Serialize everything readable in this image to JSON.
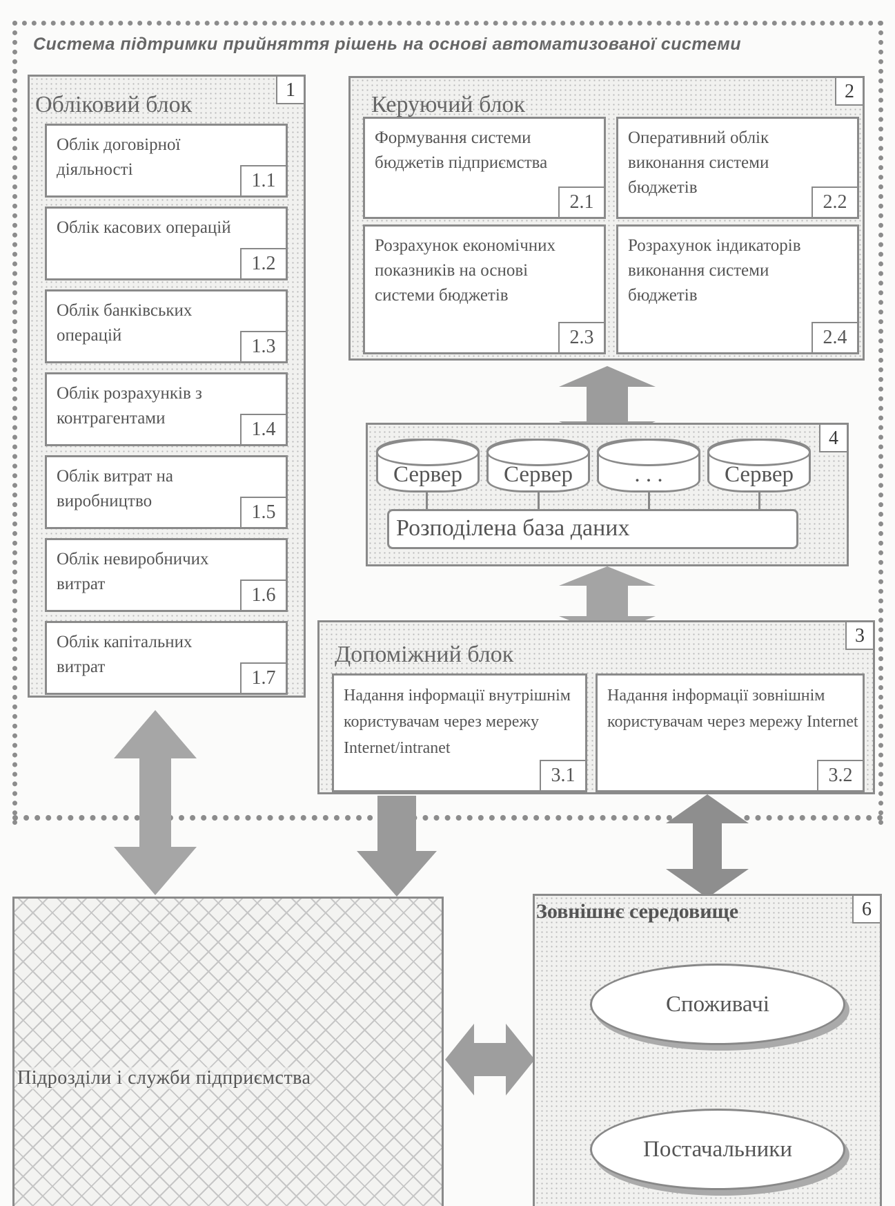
{
  "title": "Система підтримки прийняття рішень на основі автоматизованої системи",
  "block1": {
    "title": "Обліковий блок",
    "num": "1",
    "items": [
      {
        "text": "Облік договірної діяльності",
        "num": "1.1"
      },
      {
        "text": "Облік касових операцій",
        "num": "1.2"
      },
      {
        "text": "Облік банківських операцій",
        "num": "1.3"
      },
      {
        "text": "Облік розрахунків з контрагентами",
        "num": "1.4"
      },
      {
        "text": "Облік витрат на виробництво",
        "num": "1.5"
      },
      {
        "text": "Облік невиробничих витрат",
        "num": "1.6"
      },
      {
        "text": "Облік капітальних витрат",
        "num": "1.7"
      }
    ]
  },
  "block2": {
    "title": "Керуючий блок",
    "num": "2",
    "items": [
      {
        "text": "Формування системи бюджетів підприємства",
        "num": "2.1"
      },
      {
        "text": "Оперативний облік виконання системи бюджетів",
        "num": "2.2"
      },
      {
        "text": "Розрахунок економічних показників на основі системи бюджетів",
        "num": "2.3"
      },
      {
        "text": "Розрахунок індикаторів виконання системи бюджетів",
        "num": "2.4"
      }
    ]
  },
  "block4": {
    "num": "4",
    "servers": [
      "Сервер",
      "Сервер",
      ". . .",
      "Сервер"
    ],
    "db": "Розподілена база даних"
  },
  "block3": {
    "title": "Допоміжний блок",
    "num": "3",
    "items": [
      {
        "text": "Надання інформації внутрішнім користувачам через мережу Internet/intranet",
        "num": "3.1"
      },
      {
        "text": "Надання інформації зовнішнім користувачам через мережу Internet",
        "num": "3.2"
      }
    ]
  },
  "block5": {
    "text": "Підрозділи і служби підприємства"
  },
  "block6": {
    "title": "Зовнішнє середовище",
    "num": "6",
    "items": [
      "Споживачі",
      "Постачальники"
    ]
  }
}
